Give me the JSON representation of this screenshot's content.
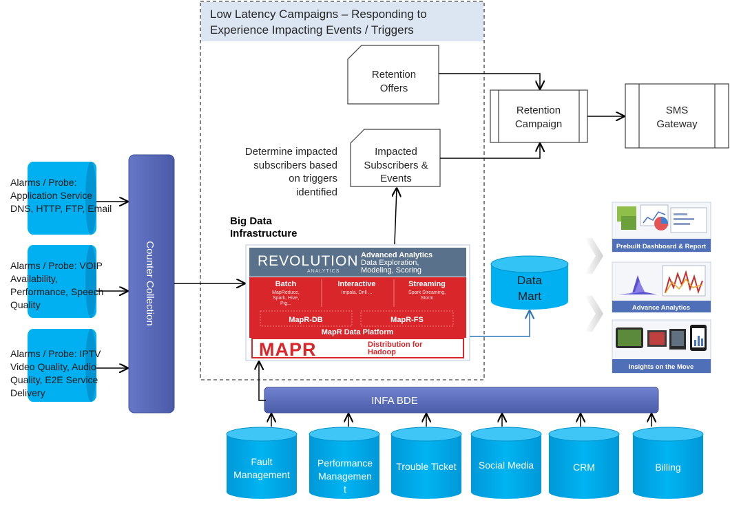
{
  "campaign": {
    "title_line1": "Low Latency Campaigns – Responding to",
    "title_line2": "Experience Impacting Events / Triggers"
  },
  "nodes": {
    "retention_offers": [
      "Retention",
      "Offers"
    ],
    "impacted_subscribers": [
      "Impacted",
      "Subscribers &",
      "Events"
    ],
    "retention_campaign": [
      "Retention",
      "Campaign"
    ],
    "sms_gateway": [
      "SMS",
      "Gateway"
    ],
    "determine_note": [
      "Determine impacted",
      "subscribers based",
      "on triggers",
      "identified"
    ]
  },
  "probes": [
    {
      "lines": [
        "Alarms / Probe:",
        "Application Service",
        "DNS, HTTP, FTP, Email"
      ]
    },
    {
      "lines": [
        "Alarms / Probe: VOIP",
        "Availability,",
        "Performance, Speech",
        "Quality"
      ]
    },
    {
      "lines": [
        "Alarms / Probe: IPTV",
        "Video Quality, Audio",
        "Quality, E2E Service",
        "Delivery"
      ]
    }
  ],
  "counter_collection": "Counter Collection",
  "big_data": {
    "label_line1": "Big Data",
    "label_line2": "Infrastructure",
    "revolution": "REVOLUTION",
    "analytics_small": "ANALYTICS",
    "advanced_lines": [
      "Advanced Analytics",
      "Data Exploration,",
      "Modeling, Scoring"
    ],
    "batch": {
      "title": "Batch",
      "lines": [
        "MapReduce,",
        "Spark, Hive,",
        "Pig..."
      ]
    },
    "interactive": {
      "title": "Interactive",
      "lines": [
        "Impala, Drill ..."
      ]
    },
    "streaming": {
      "title": "Streaming",
      "lines": [
        "Spark Streaming,",
        "Storm"
      ]
    },
    "mapr_db": "MapR-DB",
    "mapr_fs": "MapR-FS",
    "platform": "MapR Data Platform",
    "mapr_logo": "MAPR",
    "distribution_lines": [
      "Distribution for",
      "Hadoop"
    ]
  },
  "data_mart": [
    "Data",
    "Mart"
  ],
  "panels": [
    {
      "label": "Prebuilt Dashboard & Report"
    },
    {
      "label": "Advance Analytics"
    },
    {
      "label": "Insights on the Move"
    }
  ],
  "infa_bde": "INFA BDE",
  "sources": [
    {
      "lines": [
        "Fault",
        "Management"
      ]
    },
    {
      "lines": [
        "Performance",
        "Managemen",
        "t"
      ]
    },
    {
      "lines": [
        "Trouble Ticket"
      ]
    },
    {
      "lines": [
        "Social Media"
      ]
    },
    {
      "lines": [
        "CRM"
      ]
    },
    {
      "lines": [
        "Billing"
      ]
    }
  ],
  "colors": {
    "cyan": "#00B0F0",
    "cyan_dark": "#0090C8",
    "indigo": "#5B6DBF",
    "title_bg": "#DCE6F2",
    "mapr_red": "#D9262B"
  }
}
